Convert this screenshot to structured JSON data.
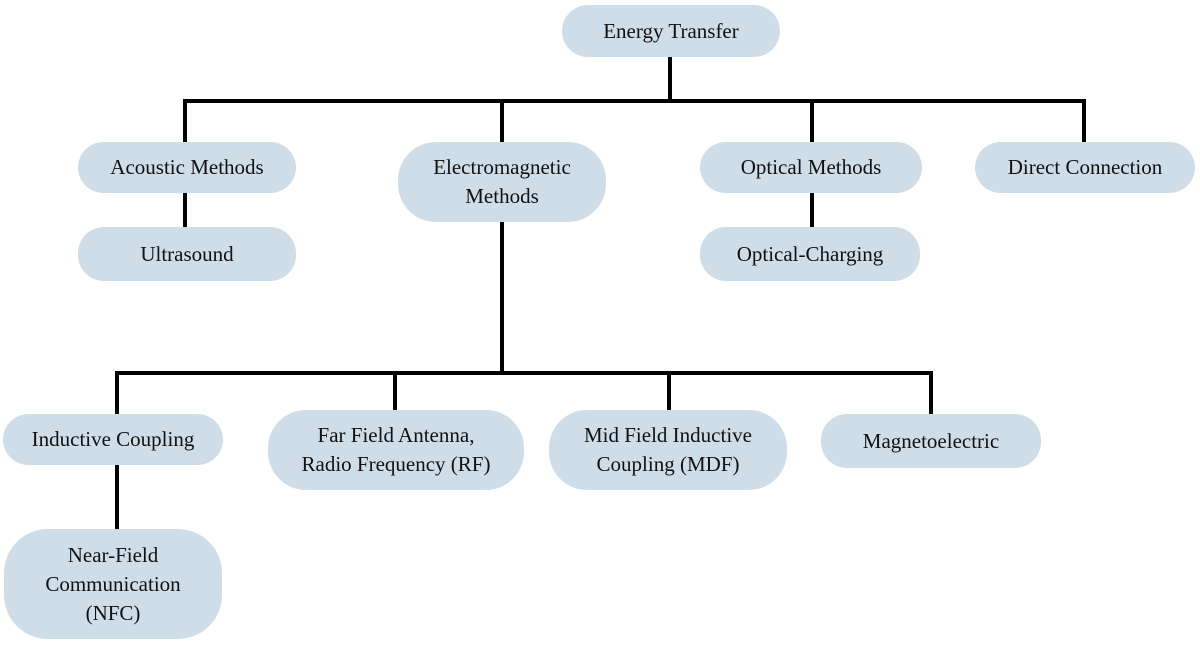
{
  "diagram": {
    "root": {
      "lines": [
        "Energy Transfer"
      ]
    },
    "categories": {
      "acoustic": {
        "lines": [
          "Acoustic Methods"
        ]
      },
      "electromagnetic": {
        "lines": [
          "Electromagnetic",
          "Methods"
        ]
      },
      "optical": {
        "lines": [
          "Optical Methods"
        ]
      },
      "direct": {
        "lines": [
          "Direct Connection"
        ]
      }
    },
    "acoustic_children": {
      "ultrasound": {
        "lines": [
          "Ultrasound"
        ]
      }
    },
    "optical_children": {
      "optical_charging": {
        "lines": [
          "Optical-Charging"
        ]
      }
    },
    "electromagnetic_children": {
      "inductive": {
        "lines": [
          "Inductive Coupling"
        ]
      },
      "far_field": {
        "lines": [
          "Far Field Antenna,",
          "Radio Frequency (RF)"
        ]
      },
      "mid_field": {
        "lines": [
          "Mid Field Inductive",
          "Coupling (MDF)"
        ]
      },
      "magnetoelectric": {
        "lines": [
          "Magnetoelectric"
        ]
      }
    },
    "inductive_children": {
      "nfc": {
        "lines": [
          "Near-Field",
          "Communication",
          "(NFC)"
        ]
      }
    },
    "connector_color": "#000000",
    "node_color": "#cfdde8"
  }
}
